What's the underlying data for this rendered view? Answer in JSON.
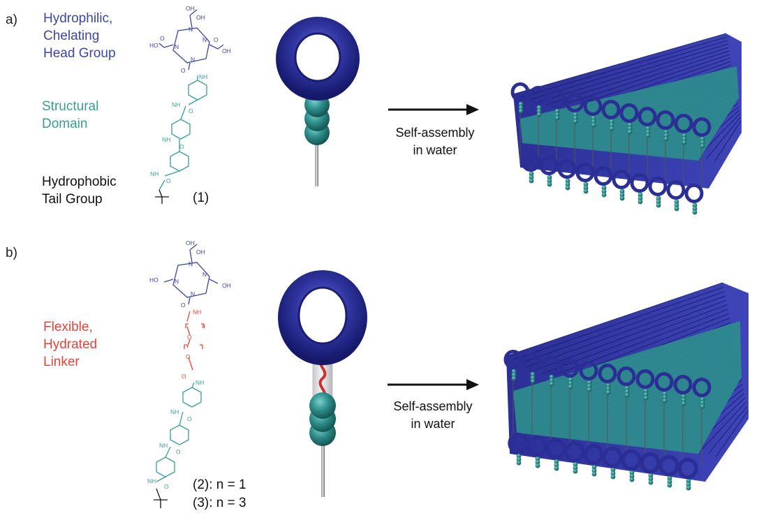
{
  "panel_a": {
    "label": "a)",
    "head_group_lines": [
      "Hydrophilic,",
      "Chelating",
      "Head Group"
    ],
    "structural_lines": [
      "Structural",
      "Domain"
    ],
    "tail_lines": [
      "Hydrophobic",
      "Tail Group"
    ],
    "compound_label": "(1)",
    "arrow_label_lines": [
      "Self-assembly",
      "in water"
    ]
  },
  "panel_b": {
    "label": "b)",
    "linker_lines": [
      "Flexible,",
      "Hydrated",
      "Linker"
    ],
    "compound_label_2": "(2): n = 1",
    "compound_label_3": "(3): n = 3",
    "arrow_label_lines": [
      "Self-assembly",
      "in water"
    ]
  },
  "chem_labels": {
    "oh": "OH",
    "n": "N",
    "o": "O",
    "nh": "NH",
    "ho": "HO",
    "subscript_n": "n"
  },
  "colors": {
    "head_blue": "#3b46a3",
    "structural_teal": "#3a9b98",
    "linker_red": "#e2443a",
    "torus_blue": "#2b2f95",
    "bead_teal": "#2f8f8f",
    "stem_gray": "#777777"
  }
}
